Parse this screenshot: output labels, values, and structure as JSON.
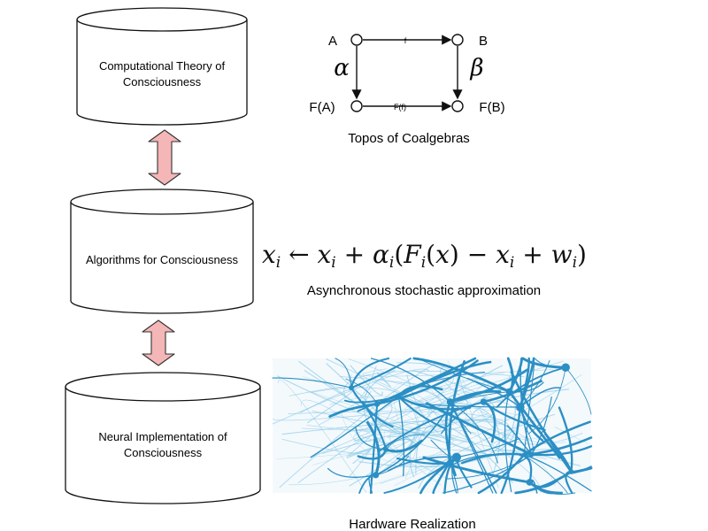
{
  "levels": {
    "top": {
      "line1": "Computational Theory of",
      "line2": "Consciousness"
    },
    "middle": {
      "line1": "Algorithms for Consciousness"
    },
    "bottom": {
      "line1": "Neural Implementation of",
      "line2": "Consciousness"
    }
  },
  "commutative_diagram": {
    "node_a": "A",
    "node_b": "B",
    "node_fa": "F(A)",
    "node_fb": "F(B)",
    "arrow_top": "f",
    "arrow_bottom": "F(f)",
    "arrow_left": "α",
    "arrow_right": "β",
    "caption": "Topos of Coalgebras"
  },
  "equation": {
    "caption": "Asynchronous stochastic approximation"
  },
  "hardware": {
    "caption": "Hardware Realization"
  },
  "colors": {
    "arrow_fill": "#f4b6b6",
    "arrow_stroke": "#333333",
    "neuron": "#2b8fc4",
    "neuron_light": "#8ccbe8"
  }
}
